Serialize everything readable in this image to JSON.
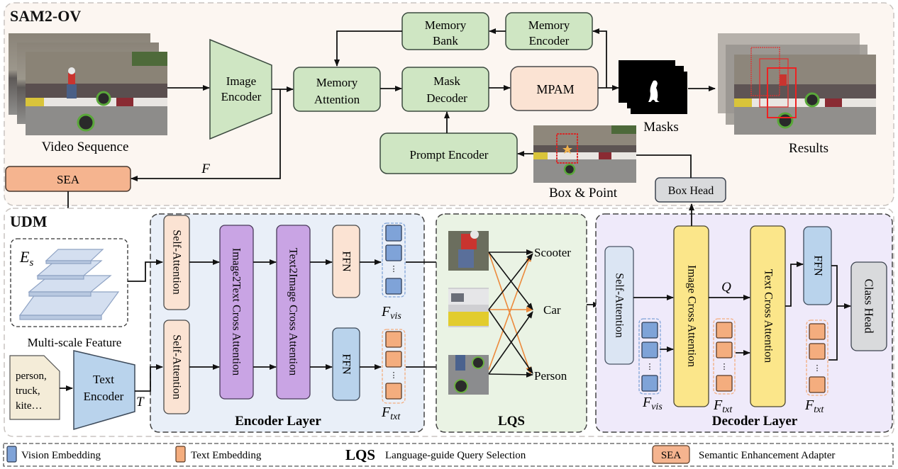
{
  "sam2ov": {
    "title": "SAM2-OV",
    "video_label": "Video Sequence",
    "image_encoder": [
      "Image",
      "Encoder"
    ],
    "memory_attention": [
      "Memory",
      "Attention"
    ],
    "memory_bank": [
      "Memory",
      "Bank"
    ],
    "memory_encoder": [
      "Memory",
      "Encoder"
    ],
    "mask_decoder": [
      "Mask",
      "Decoder"
    ],
    "mpam": "MPAM",
    "prompt_encoder": "Prompt Encoder",
    "masks_label": "Masks",
    "results_label": "Results",
    "box_point_label": "Box & Point",
    "box_head": "Box Head",
    "feature_symbol": "F",
    "sea": "SEA"
  },
  "udm": {
    "title": "UDM",
    "es_symbol": "E",
    "es_subscript": "s",
    "multiscale_label": "Multi-scale Feature",
    "text_input": [
      "person,",
      "truck,",
      "kite…"
    ],
    "text_encoder": [
      "Text",
      "Encoder"
    ],
    "t_symbol": "T",
    "encoder": {
      "self_attention_top": "Self-Attention",
      "self_attention_bottom": "Self-Attention",
      "image2text": "Image2Text Cross Attention",
      "text2image": "Text2Image Cross Attention",
      "ffn_top": "FFN",
      "ffn_bottom": "FFN",
      "fvis": "F",
      "fvis_sub": "vis",
      "ftxt": "F",
      "ftxt_sub": "txt",
      "title": "Encoder Layer"
    },
    "lqs": {
      "title": "LQS",
      "classes": [
        "Scooter",
        "Car",
        "Person"
      ]
    },
    "decoder": {
      "self_attention": "Self-Attention",
      "image_cross": "Image Cross Attention",
      "text_cross": "Text Cross Attention",
      "ffn": "FFN",
      "class_head": "Class Head",
      "q_symbol": "Q",
      "fvis": "F",
      "fvis_sub": "vis",
      "ftxt1": "F",
      "ftxt1_sub": "txt",
      "ftxt2": "F",
      "ftxt2_sub": "txt",
      "title": "Decoder Layer"
    }
  },
  "legend": {
    "vision": "Vision Embedding",
    "text": "Text Embedding",
    "lqs_abbr": "LQS",
    "lqs_full": "Language-guide Query Selection",
    "sea_abbr": "SEA",
    "sea_full": "Semantic Enhancement Adapter"
  },
  "colors": {
    "green_block": "#cfe6c3",
    "peach_block": "#fbe3d3",
    "sea_orange": "#f5b48f",
    "purple_block": "#c9a4e4",
    "yellow_block": "#fbe68a",
    "blue_block": "#b9d3ec",
    "gray_block": "#d9dadc",
    "vision_embed": "#7fa3d8",
    "text_embed": "#f4ad7e",
    "top_bg": "#fcf6f1",
    "encoder_bg": "#e9eff8",
    "lqs_bg": "#eaf3e4",
    "decoder_bg": "#efeafa",
    "orange_arrow": "#ec8a3c"
  }
}
